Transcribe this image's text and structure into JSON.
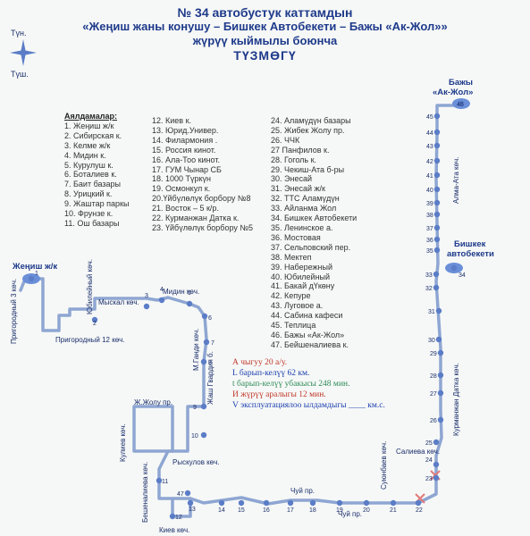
{
  "title": {
    "line1": "№ 34 автобустук каттамдын",
    "line2": "«Жеңиш жаны конушу – Бишкек Автобекети – Бажы «Ак-Жол»»",
    "line3": "жүрүү кыймылы боюнча",
    "line4": "ТҮЗМӨГҮ"
  },
  "compass": {
    "north": "Түн.",
    "south": "Түш."
  },
  "stops_heading": "Аялдамалар:",
  "stops_col1": [
    "1. Жеңиш ж/к",
    "2. Сибирская к.",
    "3. Келме ж/к",
    "4. Мидин к.",
    "5. Курулуш к.",
    "6. Боталиев к.",
    "7. Баит базары",
    "8. Урицкий к.",
    "9. Жаштар паркы",
    "10. Фрунзе к.",
    "11. Ош базары"
  ],
  "stops_col2": [
    "12. Киев к.",
    "13. Юрид.Универ.",
    "14. Филармония .",
    "15. Россия кинот.",
    "16. Ала-Тоо кинот.",
    "17. ГУМ Чынар СБ",
    "18. 1000 Түркүн",
    "19. Осмонкул к.",
    "20.Үйбүлөлүк борбору №8",
    "21. Восток – 5 к/р.",
    "22. Курманжан Датка к.",
    "23. Үйбүлөлүк борбору №5"
  ],
  "stops_col3": [
    "24. Аламүдүн базары",
    "25. Жибек Жолу пр.",
    "26. ЧЧК",
    "27 Панфилов к.",
    "28. Гоголь к.",
    "29. Чекиш-Ата б-ры",
    "30. Энесай",
    "31. Энесай ж/к",
    "32. ТТС Аламүдүн",
    "33. Айланма Жол",
    "34. Бишкек Автобекети",
    "35. Ленинское а.",
    "36. Мостовая",
    "37. Сельповский пер.",
    "38. Мектеп",
    "39. Набережный",
    "40. Юбилейный",
    "41. Бакай дҮкөну",
    "42. Кепуре",
    "43. Луговое а.",
    "44. Сабина кафеси",
    "45. Теплица",
    "46. Бажы «Ак-Жол»",
    "47. Бейшеналиева к."
  ],
  "info": {
    "line1": "А чыгуу 20 а/у.",
    "line2": "L барып-келүү   62  км.",
    "line3": "t барып-келүү убакыcы 248 мин.",
    "line4": "И жүрүү аралыгы  12  мин.",
    "line5": "V эксплуатациялоо ылдамдыгы ____ км.с."
  },
  "endpoints": {
    "zhenish": "Жеңиш ж/к",
    "akzhol_1": "Бажы",
    "akzhol_2": "«Ак-Жол»",
    "avtobeket_1": "Бишкек",
    "avtobeket_2": "автобекети"
  },
  "streets": {
    "prigorodny3": "Пригородный 3 көч.",
    "yubileyny": "Юбилейный көч.",
    "myskal": "Мыскал көч.",
    "midin": "Мидин көч.",
    "prigorodny12": "Пригородный 12 көч.",
    "gandi": "М.Ганди көч.",
    "zhash_gvardiya": "Жаш Гвардия б.",
    "zhzholu": "Ж.Жолу пр.",
    "kulev": "Кулиев көч.",
    "ryskulov": "Рыскулов көч.",
    "beyshenalieva": "Бешеналиева көч.",
    "kiev": "Киев көч.",
    "chuy1": "Чуй пр.",
    "chuy2": "Чуй пр.",
    "suyunbaev": "Суюнбаев көч.",
    "salieva": "Салиева көч.",
    "kurmanzhan": "Курманжан Датка көч.",
    "almaata": "Алма-Ата көч."
  },
  "stop_numbers": [
    "1",
    "2",
    "3",
    "4",
    "5",
    "6",
    "7",
    "8",
    "9",
    "10",
    "11",
    "12",
    "13",
    "14",
    "15",
    "16",
    "17",
    "18",
    "19",
    "20",
    "21",
    "22",
    "23",
    "24",
    "25",
    "26",
    "27",
    "28",
    "29",
    "30",
    "31",
    "32",
    "33",
    "34",
    "35",
    "36",
    "37",
    "38",
    "39",
    "40",
    "41",
    "42",
    "43",
    "44",
    "45",
    "46",
    "47"
  ],
  "colors": {
    "route": "#8ea6d2",
    "stop": "#5b7dc7",
    "title": "#1e3a8a",
    "terminal": "#6a8fd8",
    "closed": "#e07a7a"
  }
}
